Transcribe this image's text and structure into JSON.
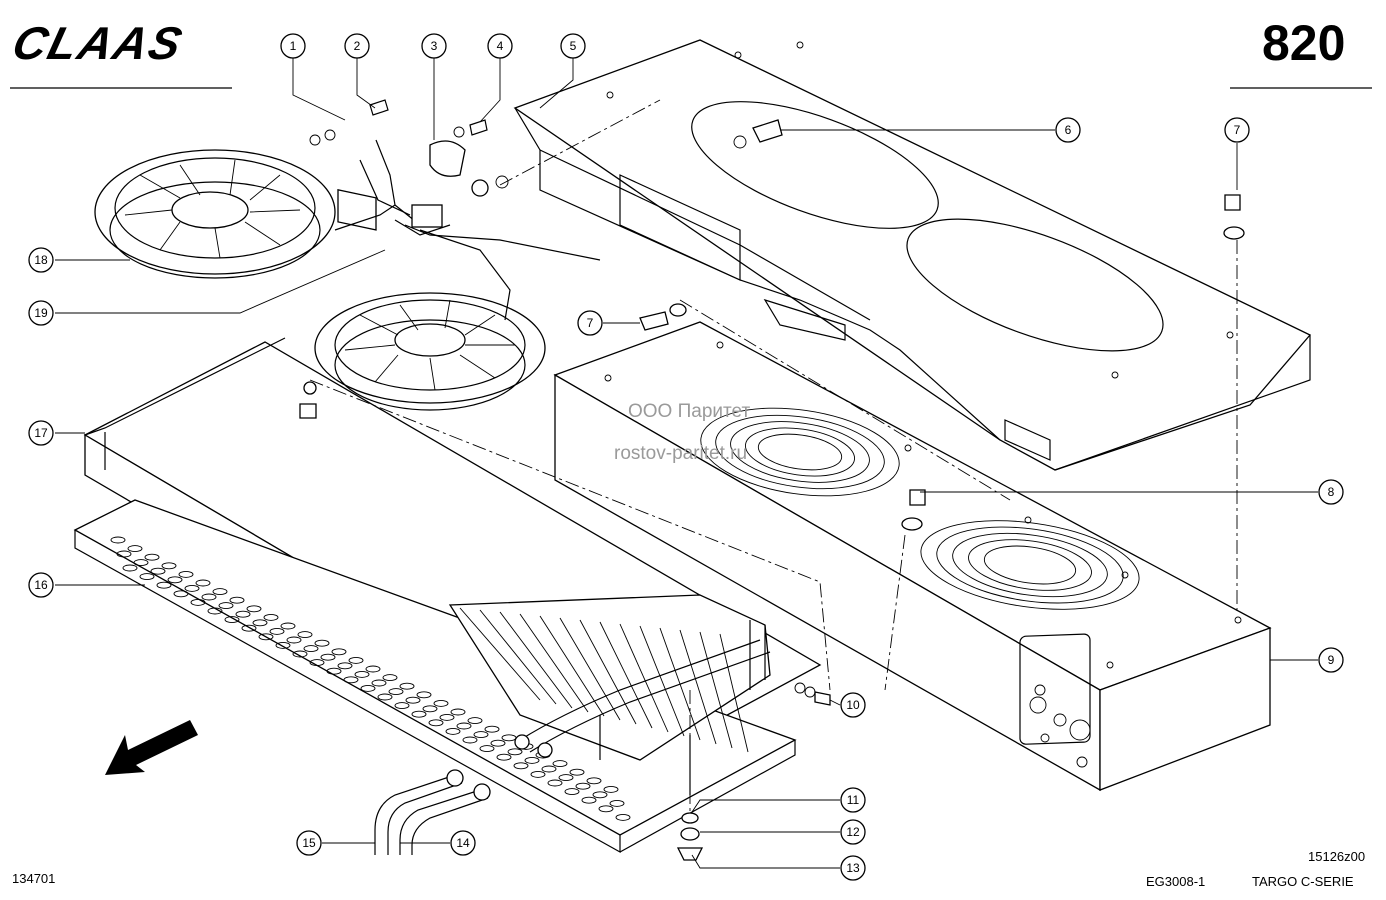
{
  "header": {
    "brand": "CLAAS",
    "page_number": "820"
  },
  "footer": {
    "doc_code": "134701",
    "drawing_ref": "15126z00",
    "group_code": "EG3008-1",
    "series": "TARGO C-SERIE"
  },
  "watermark": {
    "line1": "ООО Паритет",
    "line2": "rostov-paritet.ru"
  },
  "callouts": [
    "1",
    "2",
    "3",
    "4",
    "5",
    "6",
    "7",
    "7",
    "8",
    "9",
    "10",
    "11",
    "12",
    "13",
    "14",
    "15",
    "16",
    "17",
    "18",
    "19"
  ]
}
